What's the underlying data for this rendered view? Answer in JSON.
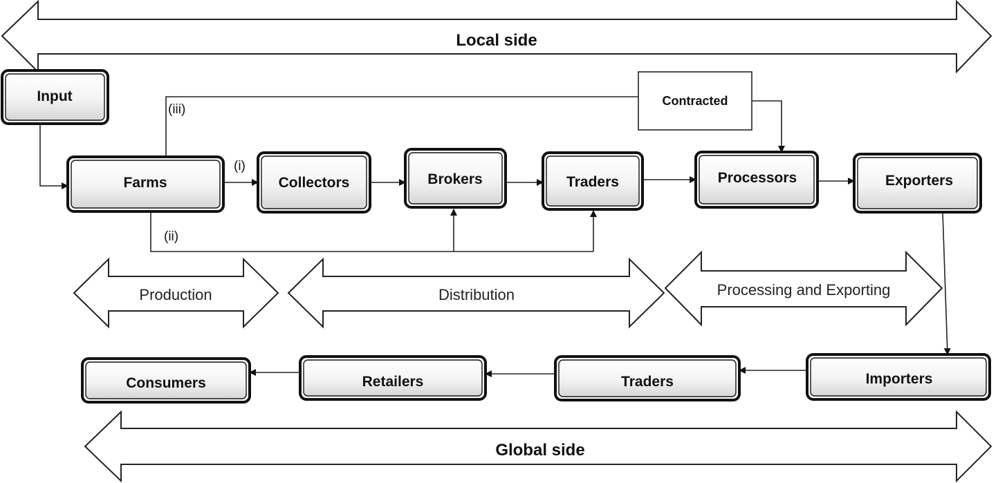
{
  "sides": {
    "local": "Local side",
    "global": "Global side"
  },
  "stages": {
    "production": "Production",
    "distribution": "Distribution",
    "processing": "Processing and Exporting"
  },
  "nodes": {
    "input": "Input",
    "farms": "Farms",
    "collectors": "Collectors",
    "brokers": "Brokers",
    "traders_local": "Traders",
    "processors": "Processors",
    "exporters": "Exporters",
    "contracted": "Contracted",
    "importers": "Importers",
    "traders_global": "Traders",
    "retailers": "Retailers",
    "consumers": "Consumers"
  },
  "paths": {
    "i": "(i)",
    "ii": "(ii)",
    "iii": "(iii)"
  }
}
